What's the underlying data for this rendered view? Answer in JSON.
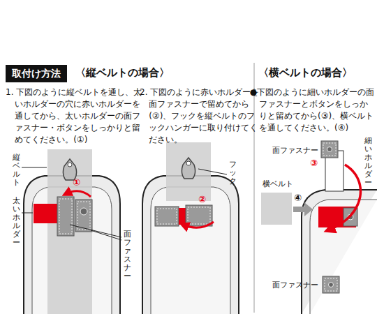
{
  "diagram": {
    "nodes": [
      {
        "text": [
          "取付け方法"
        ]
      }
    ],
    "labels": [
      "〈縦ベルトの場合〉",
      "〈横ベルトの場合〉",
      "1. 下図のように縦ベルトを通し、太いホルダーの穴に赤いホルダーを通してから、太いホルダーの面ファスナー・ボタンをしっかりと留めてください。(①)",
      "2. 下図のように赤いホルダーを面ファスナーで留めてから(②)、フックを縦ベルトのフックハンガーに取り付けてください。",
      "●下図のように細いホルダーの面ファスナーとボタンをしっかりと留めてから(③)、横ベルトを通してください。(④)",
      "縦ベルト",
      "太いホルダー",
      "面ファスナー",
      "①",
      "フック",
      "②",
      "面ファスナー",
      "細いホルダー",
      "③",
      "横ベルト",
      "④",
      "面ファスナー"
    ]
  }
}
